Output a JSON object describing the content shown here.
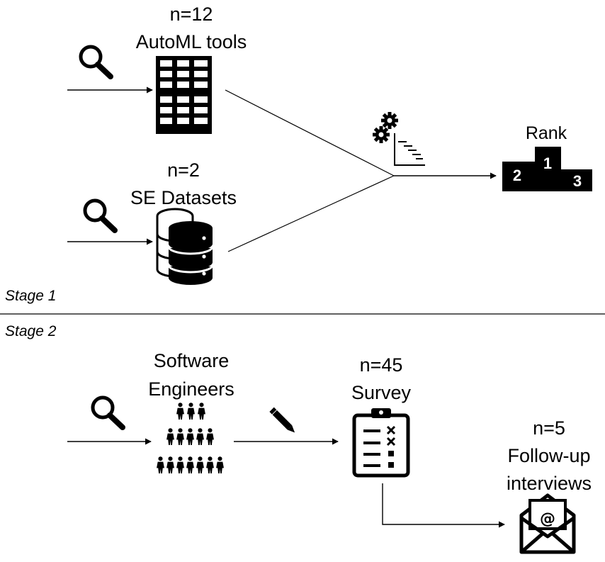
{
  "stage1": {
    "label": "Stage 1",
    "automl": {
      "count": "n=12",
      "name": "AutoML tools"
    },
    "datasets": {
      "count": "n=2",
      "name": "SE Datasets"
    },
    "rank": {
      "label": "Rank",
      "places": [
        "1",
        "2",
        "3"
      ]
    }
  },
  "stage2": {
    "label": "Stage 2",
    "engineers": {
      "line1": "Software",
      "line2": "Engineers"
    },
    "survey": {
      "count": "n=45",
      "name": "Survey"
    },
    "interviews": {
      "count": "n=5",
      "line1": "Follow-up",
      "line2": "interviews"
    }
  },
  "icons": [
    "search-icon",
    "table-icon",
    "database-icon",
    "gears-icon",
    "podium-icon",
    "people-pyramid-icon",
    "pencil-icon",
    "clipboard-icon",
    "envelope-at-icon"
  ]
}
